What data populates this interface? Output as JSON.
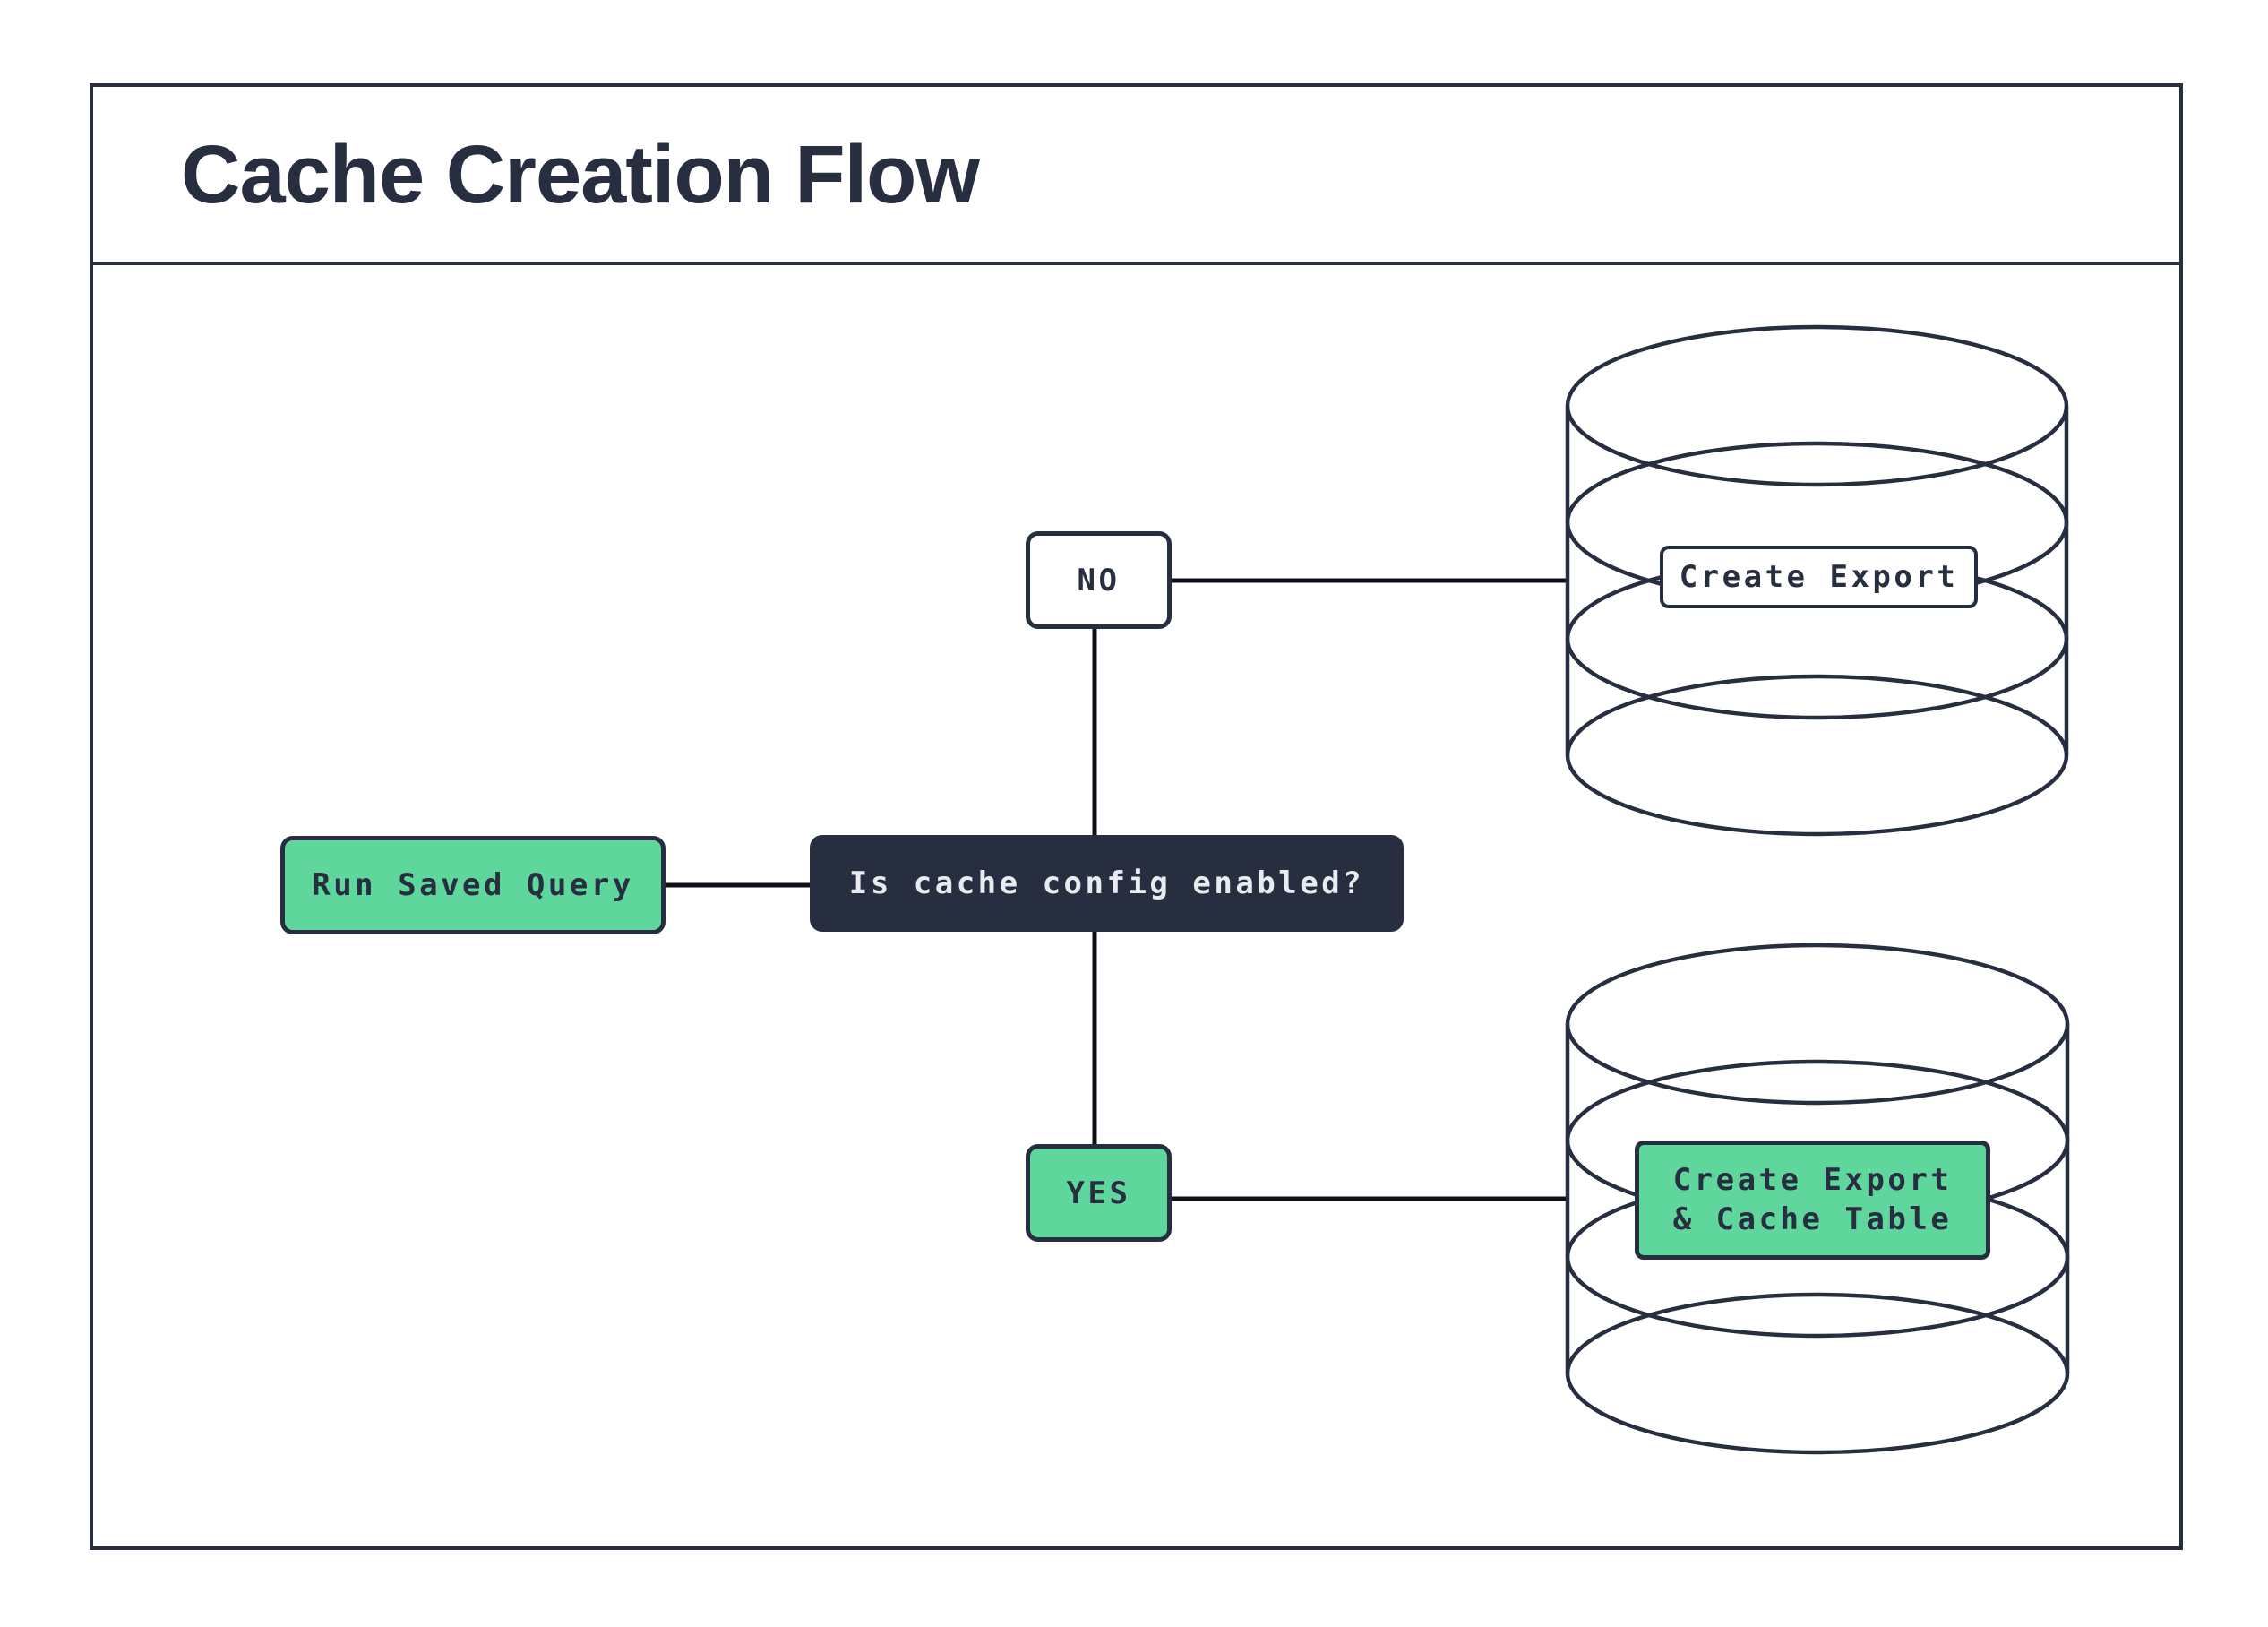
{
  "header": {
    "title": "Cache Creation Flow"
  },
  "nodes": {
    "run_saved_query": {
      "label": "Run Saved Query"
    },
    "decision": {
      "label": "Is cache config enabled?"
    },
    "branch_no": {
      "label": "NO"
    },
    "branch_yes": {
      "label": "YES"
    },
    "export_db_label": {
      "label": "Create Export"
    },
    "cache_db_label": {
      "label_line1": "Create Export",
      "label_line2": "& Cache Table"
    }
  },
  "icons": {
    "no_branch_target": "database-cylinder-icon",
    "yes_branch_target": "database-cylinder-icon"
  },
  "colors": {
    "navy": "#272e3f",
    "green": "#5fd79c",
    "line": "#0d1017",
    "text_light": "#e9ecef"
  }
}
